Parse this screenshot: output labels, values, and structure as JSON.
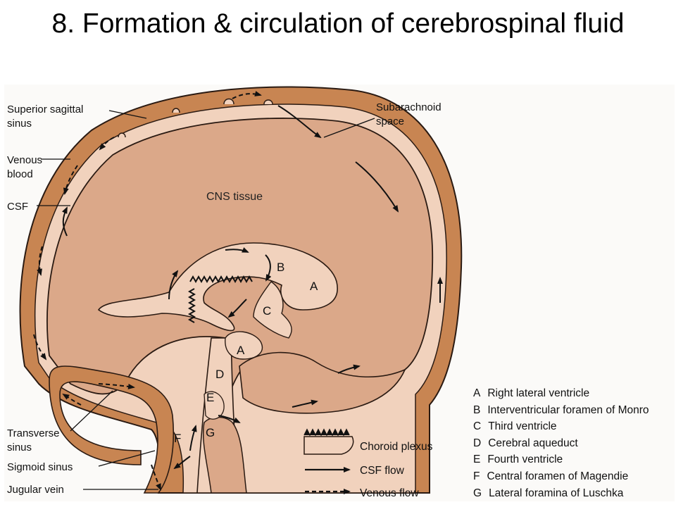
{
  "title": "8. Formation & circulation of cerebrospinal fluid",
  "colors": {
    "sinus": "#c88552",
    "csf": "#f1d2bd",
    "tissue": "#dba889",
    "outline": "#2a1a12",
    "line": "#111111"
  },
  "labels": {
    "superior_sagittal_line1": "Superior sagittal",
    "superior_sagittal_line2": "sinus",
    "venous_line1": "Venous",
    "venous_line2": "blood",
    "csf": "CSF",
    "subarachnoid_line1": "Subarachnoid",
    "subarachnoid_line2": "space",
    "cns_tissue": "CNS tissue",
    "transverse_line1": "Transverse",
    "transverse_line2": "sinus",
    "sigmoid": "Sigmoid sinus",
    "jugular": "Jugular vein"
  },
  "structure_letters": {
    "A_upper": "A",
    "A_lower": "A",
    "B": "B",
    "C": "C",
    "D": "D",
    "E": "E",
    "F": "F",
    "G": "G"
  },
  "legend_symbols": {
    "choroid": "Choroid plexus",
    "csf_flow": "CSF flow",
    "venous_flow": "Venous flow"
  },
  "key": [
    {
      "letter": "A",
      "text": "Right lateral ventricle"
    },
    {
      "letter": "B",
      "text": "Interventricular foramen of Monro"
    },
    {
      "letter": "C",
      "text": "Third ventricle"
    },
    {
      "letter": "D",
      "text": "Cerebral aqueduct"
    },
    {
      "letter": "E",
      "text": "Fourth ventricle"
    },
    {
      "letter": "F",
      "text": "Central foramen of Magendie"
    },
    {
      "letter": "G",
      "text": "Lateral foramina of Luschka"
    }
  ]
}
